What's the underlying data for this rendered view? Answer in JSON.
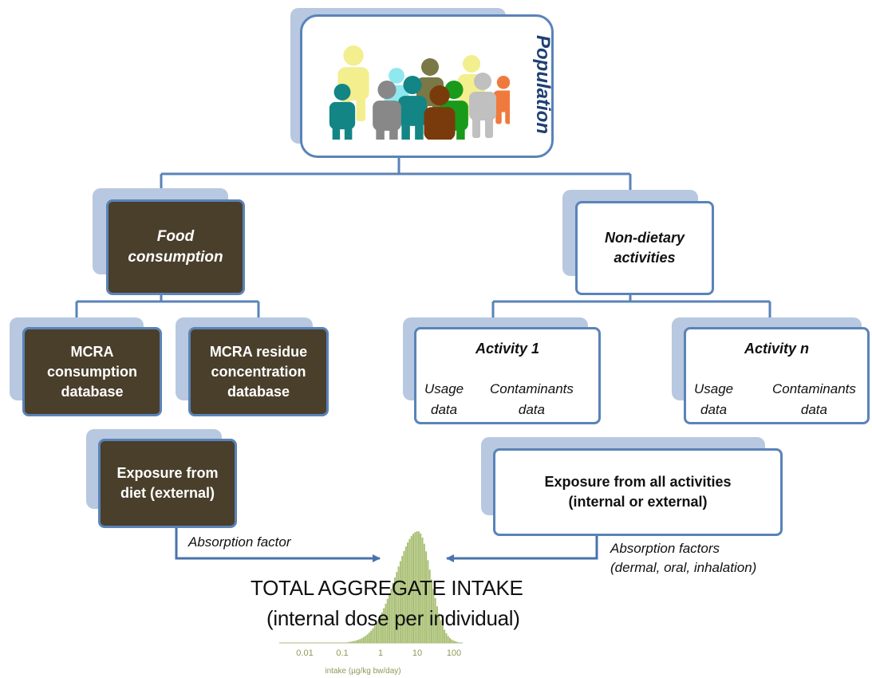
{
  "population": {
    "label": "Population"
  },
  "food_consumption": {
    "line1": "Food",
    "line2": "consumption"
  },
  "non_dietary": {
    "line1": "Non-dietary",
    "line2": "activities"
  },
  "mcra_consumption": {
    "line1": "MCRA",
    "line2": "consumption",
    "line3": "database"
  },
  "mcra_residue": {
    "line1": "MCRA residue",
    "line2": "concentration",
    "line3": "database"
  },
  "exposure_diet": {
    "line1": "Exposure from",
    "line2": "diet (external)"
  },
  "activity_1": {
    "title": "Activity 1",
    "usage_line1": "Usage",
    "usage_line2": "data",
    "contam_line1": "Contaminants",
    "contam_line2": "data"
  },
  "activity_n": {
    "title": "Activity n",
    "usage_line1": "Usage",
    "usage_line2": "data",
    "contam_line1": "Contaminants",
    "contam_line2": "data"
  },
  "exposure_all": {
    "line1": "Exposure from all activities",
    "line2": "(internal or external)"
  },
  "absorption_factor": "Absorption factor",
  "absorption_factors": {
    "line1": "Absorption factors",
    "line2": "(dermal, oral, inhalation)"
  },
  "total": {
    "line1": "TOTAL AGGREGATE INTAKE",
    "line2": "(internal dose per individual)"
  },
  "histogram": {
    "tick_labels": [
      "0.01",
      "0.1",
      "1",
      "10",
      "100"
    ],
    "xlabel": "intake (µg/kg bw/day)",
    "bar_color": "#a9bf73"
  },
  "colors": {
    "dark_box": "#4a3f2b",
    "border": "#5a83b8",
    "shadow": "#b7c8e0",
    "population_text": "#1f3f73"
  },
  "people_icons": [
    {
      "color": "#f3ee8e"
    },
    {
      "color": "#8fe8ef"
    },
    {
      "color": "#7a7845"
    },
    {
      "color": "#f3ee8e"
    },
    {
      "color": "#f07a3d"
    },
    {
      "color": "#138585"
    },
    {
      "color": "#138585"
    },
    {
      "color": "#888888"
    },
    {
      "color": "#1a9a1a"
    },
    {
      "color": "#c0c0c0"
    },
    {
      "color": "#7a3b0c"
    }
  ]
}
